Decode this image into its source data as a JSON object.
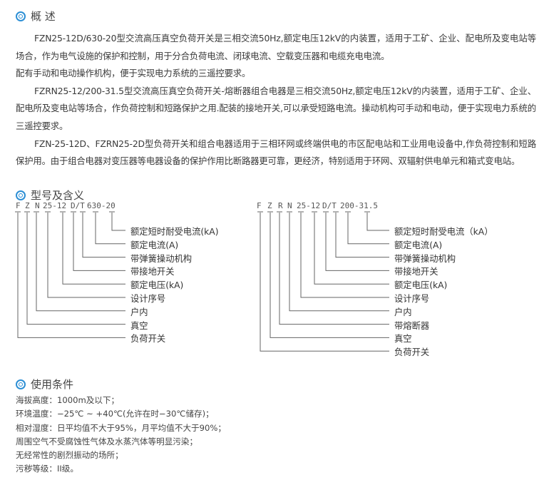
{
  "sections": {
    "overview": {
      "title": "概 述",
      "paragraphs": [
        "FZN25-12D/630-20型交流高压真空负荷开关是三相交流50Hz,额定电压12kV的内装置，适用于工矿、企业、配电所及变电站等场合，作为电气设施的保护和控制，用于分合负荷电流、闭球电流、空载变压器和电缆充电电流。",
        "配有手动和电动操作机构，便于实现电力系统的三遥控要求。",
        "FZRN25-12/200-31.5型交流高压真空负荷开关-熔断器组合电器是三相交流50Hz,额定电压12kV的内装置，适用于工矿、企业、配电所及变电站等场合，作负荷控制和短路保护之用.配装的接地开关,可以承受短路电流。操动机构可手动和电动，便于实现电力系统的三遥控要求。",
        "FZN-25-12D、FZRN25-2D型负荷开关和组合电器适用于三相环网或终端供电的市区配电站和工业用电设备中,作负荷控制和短路保护用。由于组合电器对变压器等电器设备的保护作用比断路器更可靠，更经济，特别适用于环网、双辐射供电单元和箱式变电站。"
      ]
    },
    "model": {
      "title": "型号及含义",
      "left": {
        "code": [
          "F",
          "Z",
          "N",
          "25-12",
          "D/T",
          "630-20"
        ],
        "labels": [
          "额定短时耐受电流(kA)",
          "额定电流(A)",
          "带弹簧操动机构",
          "带接地开关",
          "额定电压(kA)",
          "设计序号",
          "户内",
          "真空",
          "负荷开关"
        ]
      },
      "right": {
        "code": [
          "F",
          "Z",
          "R",
          "N",
          "25-12",
          "D/T",
          "200-31.5"
        ],
        "labels": [
          "额定短时耐受电流（kA）",
          "额定电流(A)",
          "带弹簧操动机构",
          "带接地开关",
          "额定电压(kA)",
          "设计序号",
          "户内",
          "带熔断器",
          "真空",
          "负荷开关"
        ]
      }
    },
    "conditions": {
      "title": "使用条件",
      "items": [
        "海拔高度：1000m及以下；",
        "环境温度：−25℃ ~ +40℃(允许在时−30℃储存)；",
        "相对湿度：日平均值不大于95%，月平均值不大于90%；",
        "周围空气不受腐蚀性气体及水蒸汽体等明显污染；",
        "无经常性的剧烈振动的场所；",
        "污秽等级：II级。"
      ]
    }
  },
  "colors": {
    "accent": "#2d8fd5",
    "text": "#3a3a3a",
    "line": "#666666"
  }
}
